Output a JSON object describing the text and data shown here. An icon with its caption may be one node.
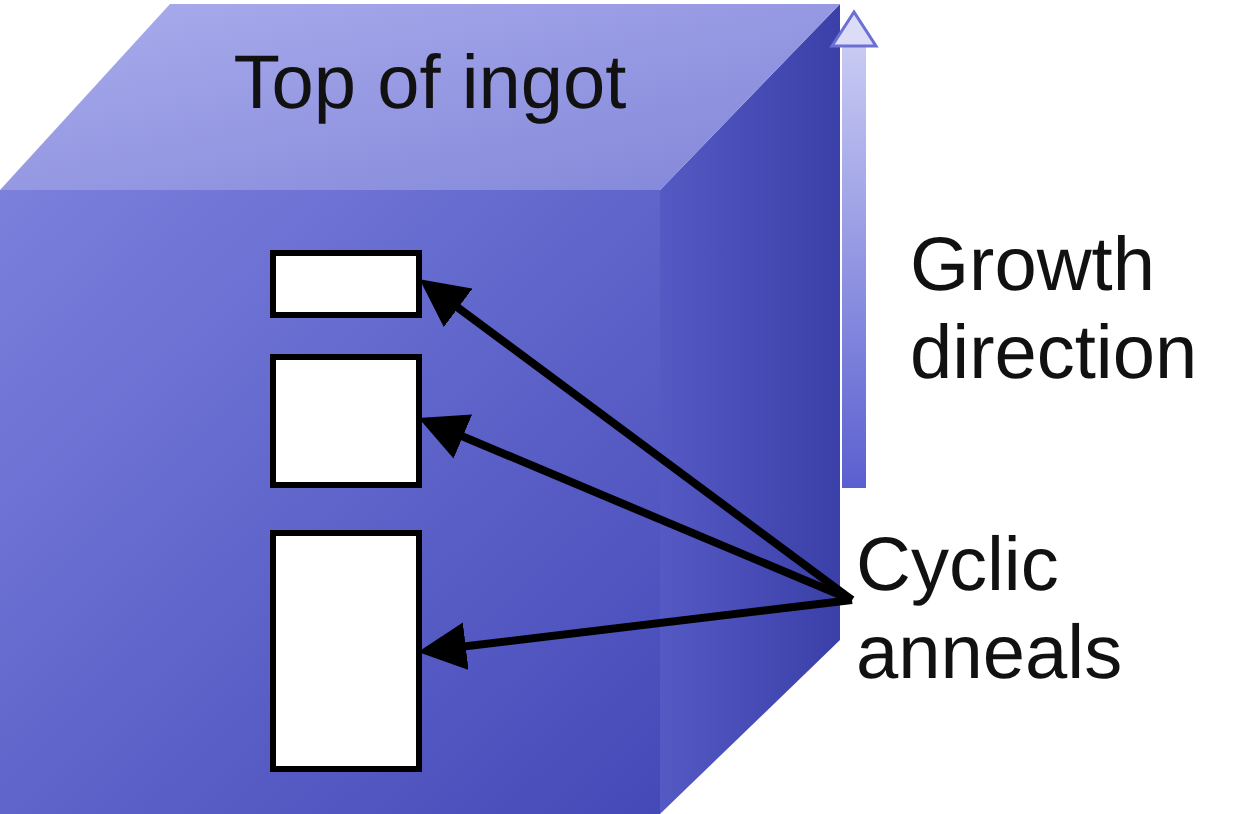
{
  "diagram": {
    "nodes": [
      {
        "text": [
          "Top of ingot"
        ]
      },
      {
        "text": [],
        "shape": "box"
      },
      {
        "text": [],
        "shape": "box"
      },
      {
        "text": [],
        "shape": "box"
      },
      {
        "text": [
          "Cyclic anneals"
        ]
      }
    ],
    "edges": [
      {
        "from": 4,
        "to": 1,
        "arrow": "to"
      },
      {
        "from": 4,
        "to": 2,
        "arrow": "to"
      },
      {
        "from": 4,
        "to": 3,
        "arrow": "to"
      }
    ],
    "labels": [
      "Growth direction"
    ]
  }
}
